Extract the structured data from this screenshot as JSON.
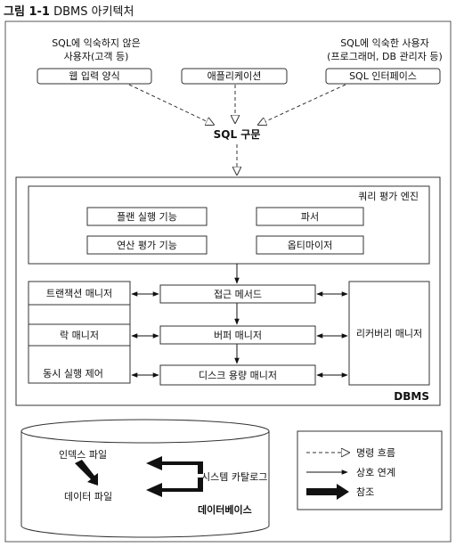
{
  "figure": {
    "number": "그림 1-1",
    "caption": "DBMS 아키텍처"
  },
  "users": {
    "web_group": [
      "SQL에 익숙하지 않은",
      "사용자(고객 등)"
    ],
    "sql_group": [
      "SQL에 익숙한 사용자",
      "(프로그래머, DB 관리자 등)"
    ],
    "web_form": "웹 입력 양식",
    "application": "애플리케이션",
    "sql_interface": "SQL 인터페이스"
  },
  "sql_statement": "SQL 구문",
  "query_engine": {
    "title": "쿼리 평가 엔진",
    "plan_executor": "플랜 실행 기능",
    "parser": "파서",
    "operator_evaluator": "연산 평가 기능",
    "optimizer": "옵티마이저"
  },
  "dbms": {
    "label": "DBMS",
    "transaction_manager": "트랜잭션 매니저",
    "lock_manager": "락 매니저",
    "concurrency_control": "동시 실행 제어",
    "access_methods": "접근 메서드",
    "buffer_manager": "버퍼 매니저",
    "disk_space_manager": "디스크 용량 매니저",
    "recovery_manager": "리커버리 매니저"
  },
  "database": {
    "label": "데이터베이스",
    "index_files": "인덱스 파일",
    "data_files": "데이터 파일",
    "system_catalog": "시스템 카탈로그"
  },
  "legend": {
    "command_flow": "명령 흐름",
    "interaction": "상호 연계",
    "reference": "참조"
  }
}
